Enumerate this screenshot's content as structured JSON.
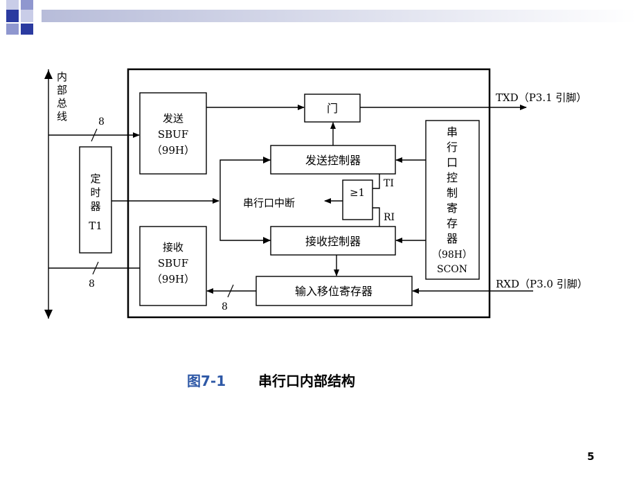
{
  "colors": {
    "header_bar": "#b7bcd9",
    "square_dark": "#2b3ba0",
    "square_mid": "#8f97cf",
    "square_light": "#c9cde8",
    "caption_number": "#2e58a6"
  },
  "diagram": {
    "bus_label": [
      "内",
      "部",
      "总",
      "线"
    ],
    "bus_width_top": "8",
    "bus_width_bottom": "8",
    "bus_width_shift": "8",
    "send_sbuf": [
      "发送",
      "SBUF",
      "（99H）"
    ],
    "recv_sbuf": [
      "接收",
      "SBUF",
      "（99H）"
    ],
    "timer": [
      "定",
      "时",
      "器",
      "T1"
    ],
    "gate": "门",
    "send_controller": "发送控制器",
    "recv_controller": "接收控制器",
    "or_gate": "≥1",
    "ti_label": "TI",
    "ri_label": "RI",
    "interrupt_label": "串行口中断",
    "shift_register": "输入移位寄存器",
    "scon": [
      "串",
      "行",
      "口",
      "控",
      "制",
      "寄",
      "存",
      "器",
      "（98H）",
      "SCON"
    ],
    "txd_label": "TXD（P3.1 引脚）",
    "rxd_label": "RXD（P3.0 引脚）"
  },
  "caption": {
    "number": "图7-1",
    "title": "串行口内部结构"
  },
  "page_number": "5"
}
